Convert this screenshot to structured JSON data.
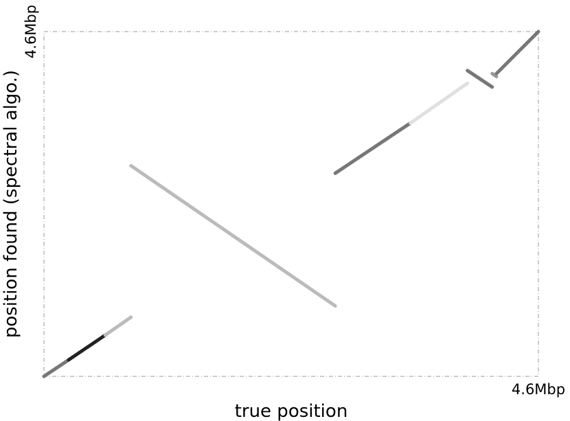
{
  "chart_data": {
    "type": "line",
    "xlabel": "true position",
    "ylabel": "position found (spectral algo.)",
    "x_tick_label": "4.6Mbp",
    "y_tick_label": "4.6Mbp",
    "xlim": [
      0,
      4.6
    ],
    "ylim": [
      0,
      4.6
    ],
    "grid": false,
    "series": [
      {
        "color": "#777777",
        "x": [
          0.0,
          0.23
        ],
        "y": [
          0.0,
          0.22
        ]
      },
      {
        "color": "#222222",
        "x": [
          0.23,
          0.57
        ],
        "y": [
          0.22,
          0.55
        ]
      },
      {
        "color": "#bbbbbb",
        "x": [
          0.57,
          0.81
        ],
        "y": [
          0.55,
          0.79
        ]
      },
      {
        "color": "#bbbbbb",
        "x": [
          0.81,
          2.71
        ],
        "y": [
          2.81,
          0.94
        ]
      },
      {
        "color": "#777777",
        "x": [
          2.71,
          3.41
        ],
        "y": [
          2.71,
          3.38
        ]
      },
      {
        "color": "#e0e0e0",
        "x": [
          3.41,
          3.94
        ],
        "y": [
          3.38,
          3.91
        ]
      },
      {
        "color": "#777777",
        "x": [
          3.94,
          4.17
        ],
        "y": [
          4.08,
          3.86
        ]
      },
      {
        "color": "#999999",
        "x": [
          4.17,
          4.21
        ],
        "y": [
          4.04,
          4.0
        ]
      },
      {
        "color": "#777777",
        "x": [
          4.21,
          4.6
        ],
        "y": [
          4.04,
          4.6
        ]
      }
    ]
  }
}
